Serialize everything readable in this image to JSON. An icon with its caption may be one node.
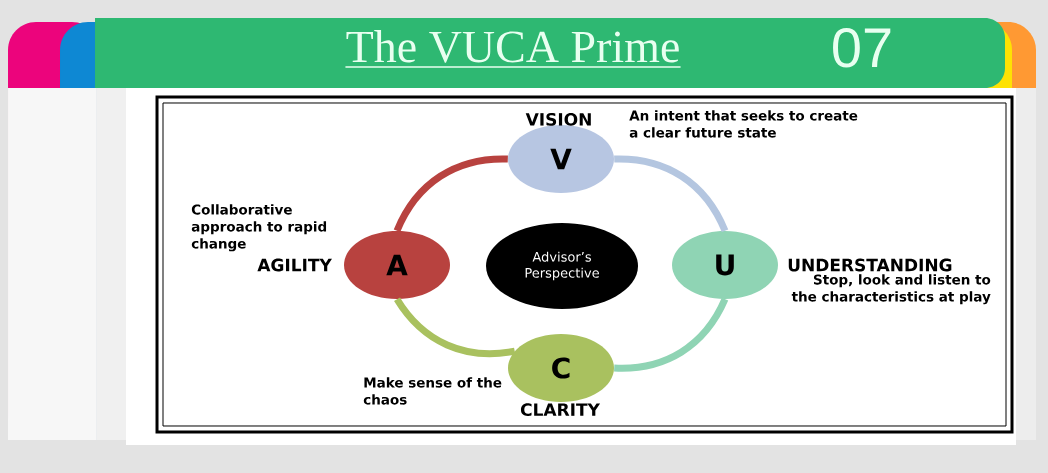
{
  "diagram": {
    "title": "The VUCA Prime",
    "nodes": [
      {
        "text": [
          "VISION",
          "V"
        ],
        "beside": [
          "An intent that seeks to create a clear future state"
        ]
      },
      {
        "text": [
          "U",
          "UNDERSTANDING"
        ],
        "beside": [
          "Stop, look and listen to the characteristics at play"
        ]
      },
      {
        "text": [
          "C",
          "CLARITY"
        ],
        "beside": [
          "Make sense of the chaos"
        ]
      },
      {
        "text": [
          "AGILITY",
          "A"
        ],
        "beside": [
          "Collaborative approach to rapid change"
        ]
      },
      {
        "text": [
          "Advisor’s Perspective"
        ]
      }
    ],
    "edges": [
      {
        "from": 0,
        "to": 1,
        "arrow": "none",
        "color": "#b4c6e0"
      },
      {
        "from": 1,
        "to": 2,
        "arrow": "none",
        "color": "#8fd4b4"
      },
      {
        "from": 2,
        "to": 3,
        "arrow": "none",
        "color": "#a9c15f"
      },
      {
        "from": 3,
        "to": 0,
        "arrow": "none",
        "color": "#b8423f"
      }
    ],
    "labels": [
      "07"
    ]
  }
}
